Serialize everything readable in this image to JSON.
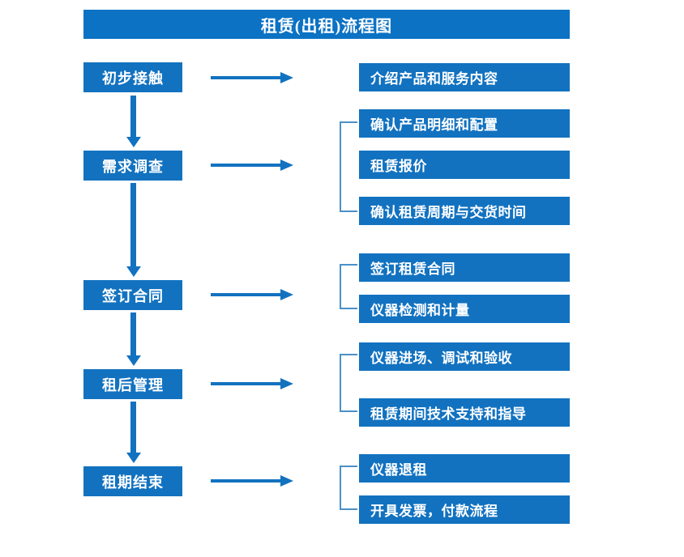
{
  "title": "租赁(出租)流程图",
  "colors": {
    "title_bar": "#0B72C4",
    "box": "#1272C0",
    "arrow": "#1272C0",
    "bracket": "#4A90C8",
    "text": "#FFFFFF",
    "background": "#FFFFFF"
  },
  "stages": [
    {
      "label": "初步接触"
    },
    {
      "label": "需求调查"
    },
    {
      "label": "签订合同"
    },
    {
      "label": "租后管理"
    },
    {
      "label": "租期结束"
    }
  ],
  "details": [
    {
      "label": "介绍产品和服务内容"
    },
    {
      "label": "确认产品明细和配置"
    },
    {
      "label": "租赁报价"
    },
    {
      "label": "确认租赁周期与交货时间"
    },
    {
      "label": "签订租赁合同"
    },
    {
      "label": "仪器检测和计量"
    },
    {
      "label": "仪器进场、调试和验收"
    },
    {
      "label": "租赁期间技术支持和指导"
    },
    {
      "label": "仪器退租"
    },
    {
      "label": "开具发票，付款流程"
    }
  ],
  "flow": {
    "stage_to_detail_arrows": 5,
    "stage_to_stage_arrows": 4,
    "bracket_groups": [
      {
        "stage": "需求调查",
        "count": 3
      },
      {
        "stage": "签订合同",
        "count": 2
      },
      {
        "stage": "租后管理",
        "count": 2
      },
      {
        "stage": "租期结束",
        "count": 2
      }
    ]
  }
}
